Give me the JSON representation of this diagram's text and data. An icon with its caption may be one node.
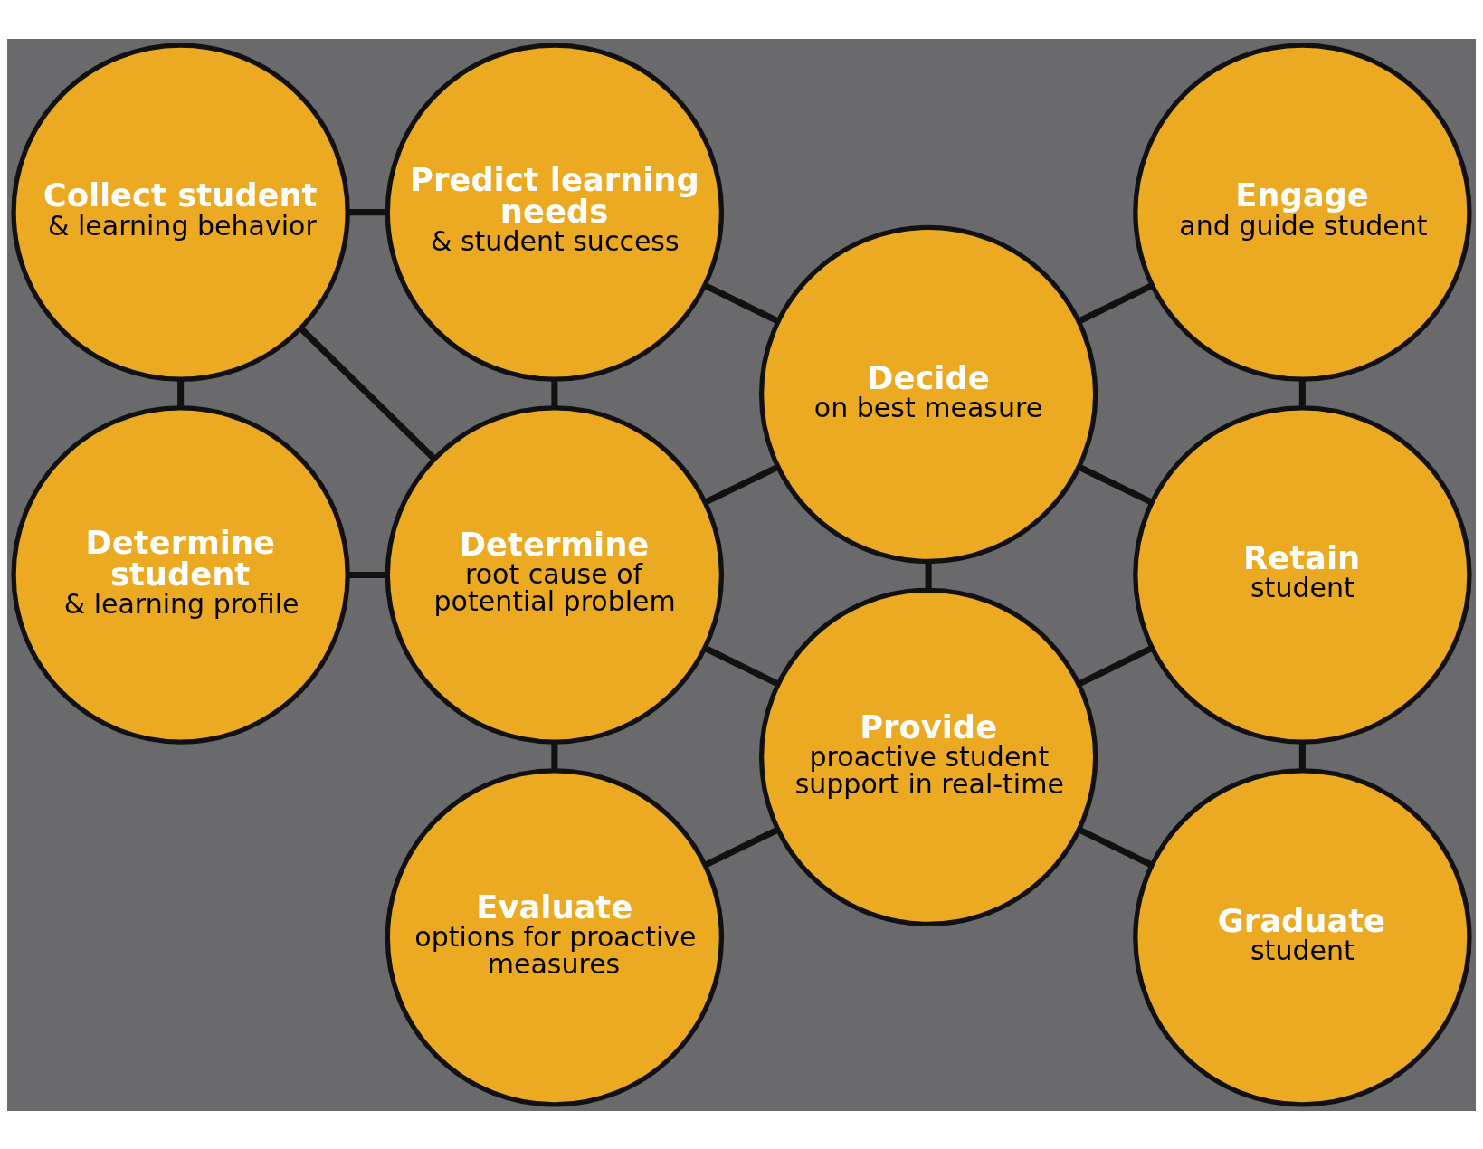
{
  "diagram": {
    "nodes": [
      {
        "text": [
          "Predict learning needs",
          "& student success"
        ]
      },
      {
        "text": [
          "Engage",
          "and guide student"
        ]
      },
      {
        "text": [
          "Collect student",
          "& learning behavior"
        ]
      },
      {
        "text": [
          "Decide",
          "on best measure"
        ]
      },
      {
        "text": [
          "Determine",
          "root cause of potential problem"
        ]
      },
      {
        "text": [
          "Retain",
          "student"
        ]
      },
      {
        "text": [
          "Determine student",
          "& learning profile"
        ]
      },
      {
        "text": [
          "Provide",
          "proactive student support in real-time"
        ]
      },
      {
        "text": [
          "Evaluate",
          "options for proactive measures"
        ]
      },
      {
        "text": [
          "Graduate",
          "student"
        ]
      }
    ],
    "edges": [
      {
        "from": 2,
        "to": 0,
        "arrow": "none"
      },
      {
        "from": 0,
        "to": 4,
        "arrow": "none"
      },
      {
        "from": 0,
        "to": 3,
        "arrow": "none"
      },
      {
        "from": 2,
        "to": 4,
        "arrow": "none"
      },
      {
        "from": 2,
        "to": 6,
        "arrow": "none"
      },
      {
        "from": 4,
        "to": 3,
        "arrow": "none"
      },
      {
        "from": 6,
        "to": 4,
        "arrow": "none"
      },
      {
        "from": 4,
        "to": 8,
        "arrow": "none"
      },
      {
        "from": 4,
        "to": 7,
        "arrow": "none"
      },
      {
        "from": 3,
        "to": 1,
        "arrow": "none"
      },
      {
        "from": 3,
        "to": 5,
        "arrow": "none"
      },
      {
        "from": 3,
        "to": 7,
        "arrow": "none"
      },
      {
        "from": 1,
        "to": 5,
        "arrow": "none"
      },
      {
        "from": 8,
        "to": 7,
        "arrow": "none"
      },
      {
        "from": 7,
        "to": 5,
        "arrow": "none"
      },
      {
        "from": 7,
        "to": 9,
        "arrow": "none"
      },
      {
        "from": 5,
        "to": 9,
        "arrow": "none"
      }
    ]
  }
}
